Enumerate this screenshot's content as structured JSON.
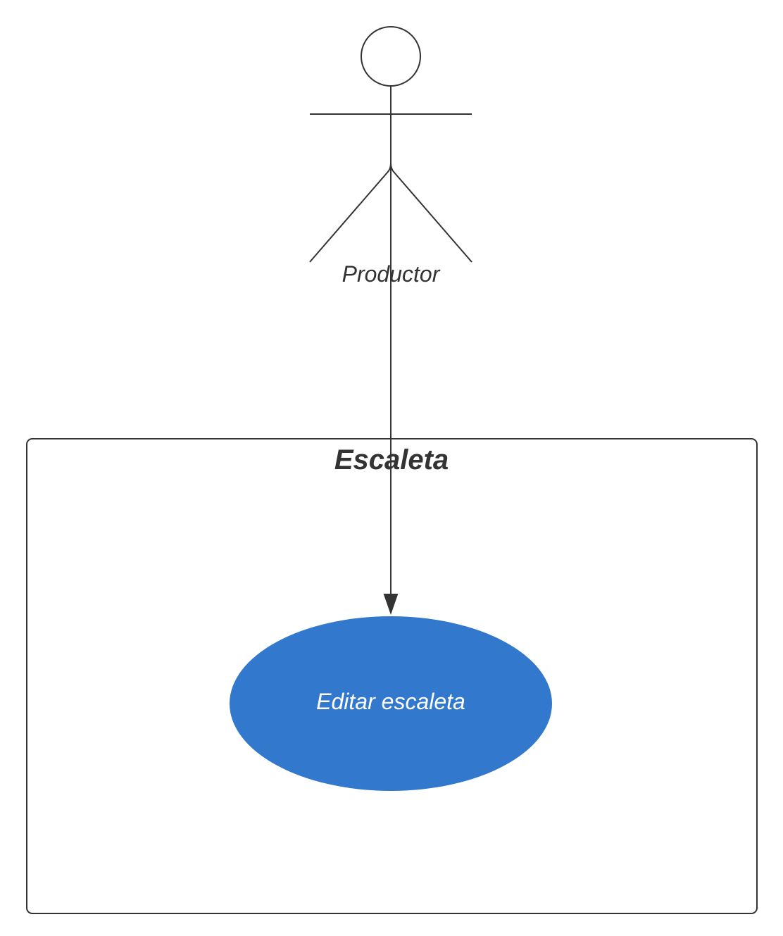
{
  "colors": {
    "line": "#333333",
    "usecase_fill": "#3278cc",
    "usecase_text": "#ffffff",
    "background": "#ffffff"
  },
  "actor": {
    "label": "Productor"
  },
  "system": {
    "title": "Escaleta"
  },
  "usecase": {
    "label": "Editar escaleta"
  },
  "association": {
    "from": "Productor",
    "to": "Editar escaleta",
    "arrow": "filled-triangle"
  }
}
